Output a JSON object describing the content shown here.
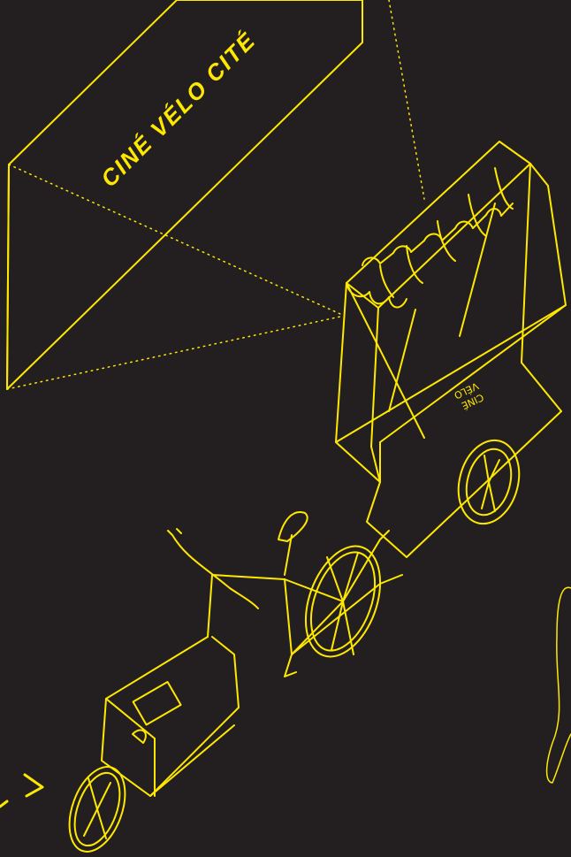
{
  "illustration": {
    "screen_title": "CINÉ VÉLO CITÉ",
    "cart_label_line1": "CINÉ",
    "cart_label_line2": "VÉLO",
    "colors": {
      "background": "#231f20",
      "line": "#ffe800",
      "beam": "#ffe800"
    }
  }
}
